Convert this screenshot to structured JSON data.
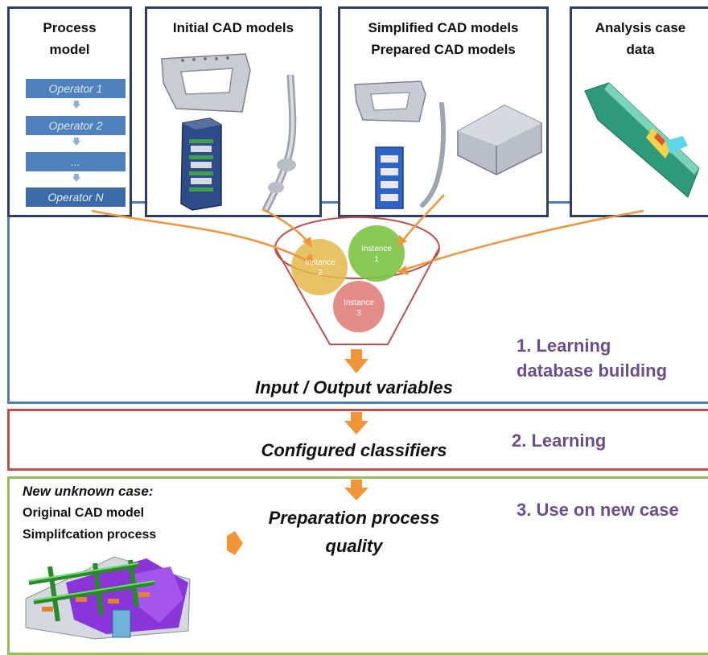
{
  "panels": {
    "process_model": {
      "title": "Process\nmodel",
      "operators": [
        "Operator 1",
        "Operator 2",
        "...",
        "Operator N"
      ]
    },
    "initial_cad": {
      "title": "Initial CAD models"
    },
    "simplified_cad": {
      "title": "Simplified CAD models\nPrepared CAD models"
    },
    "analysis_case": {
      "title": "Analysis case\ndata"
    }
  },
  "funnel": {
    "instances": [
      {
        "label": "Instance\n2",
        "color": "#e3b84a"
      },
      {
        "label": "Instance\n1",
        "color": "#7cc344"
      },
      {
        "label": "Instance\n3",
        "color": "#e07f7b"
      }
    ]
  },
  "stages": [
    {
      "label": "1. Learning\ndatabase building",
      "output": "Input / Output variables",
      "border": "#4f7fb5"
    },
    {
      "label": "2. Learning",
      "output": "Configured classifiers",
      "border": "#c0504d"
    },
    {
      "label": "3. Use on new case",
      "output": "Preparation process\nquality",
      "border": "#9bbb59"
    }
  ],
  "new_case": {
    "heading": "New unknown case:",
    "line1": "Original CAD model",
    "line2": "Simplifcation process"
  },
  "colors": {
    "panel_border": "#2d3f63",
    "stage_text": "#6a4f8e",
    "arrow": "#f0953a",
    "operator": "#4f81bd"
  }
}
